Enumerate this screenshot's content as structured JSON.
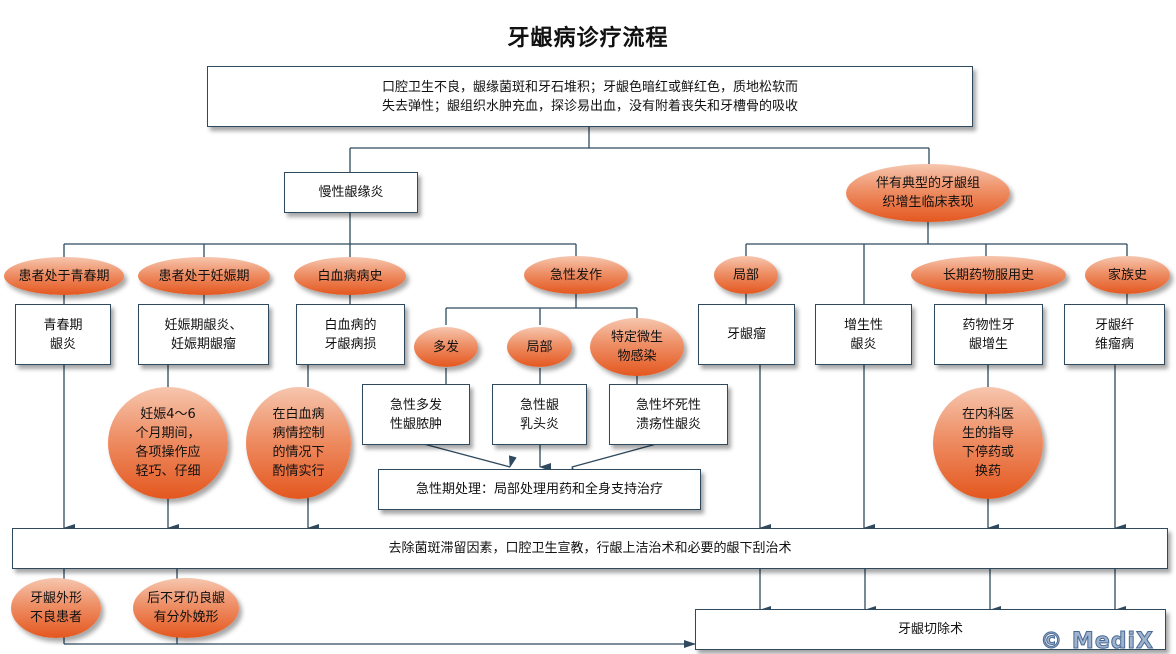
{
  "title": "牙龈病诊疗流程",
  "colors": {
    "line": "#2f4a5e",
    "oval_top": "#f6c6ae",
    "oval_bottom": "#e4571f",
    "box_border": "#2f4a5e"
  },
  "top_box": "口腔卫生不良，龈缘菌斑和牙石堆积；牙龈色暗红或鲜红色，质地松软而\n失去弹性；龈组织水肿充血，探诊易出血，没有附着丧失和牙槽骨的吸收",
  "left_branch": {
    "head": "慢性龈缘炎",
    "conditions": [
      "患者处于青春期",
      "患者处于妊娠期",
      "白血病病史",
      "急性发作"
    ],
    "diagnoses": [
      "青春期\n龈炎",
      "妊娠期龈炎、\n妊娠期龈瘤",
      "白血病的\n牙龈病损"
    ],
    "notes": [
      "妊娠4～6\n个月期间，\n各项操作应\n轻巧、仔细",
      "在白血病\n病情控制\n的情况下\n酌情实行"
    ],
    "acute": {
      "types": [
        "多发",
        "局部",
        "特定微生\n物感染"
      ],
      "diagnoses": [
        "急性多发\n性龈脓肿",
        "急性龈\n乳头炎",
        "急性坏死性\n溃疡性龈炎"
      ],
      "treatment": "急性期处理：局部处理用药和全身支持治疗"
    }
  },
  "right_branch": {
    "head": "伴有典型的牙龈组\n织增生临床表现",
    "conditions": [
      "局部",
      "长期药物服用史",
      "家族史"
    ],
    "diagnoses": [
      "牙龈瘤",
      "增生性\n龈炎",
      "药物性牙\n龈增生",
      "牙龈纤\n维瘤病"
    ],
    "note": "在内科医\n生的指导\n下停药或\n换药"
  },
  "common_treatment": "去除菌斑滞留因素，口腔卫生宣教，行龈上洁治术和必要的龈下刮治术",
  "bottom_ovals": [
    "牙龈外形\n不良患者",
    "后不牙仍良龈\n有分外娩形"
  ],
  "surgery": "牙龈切除术",
  "watermark": "© MediX"
}
